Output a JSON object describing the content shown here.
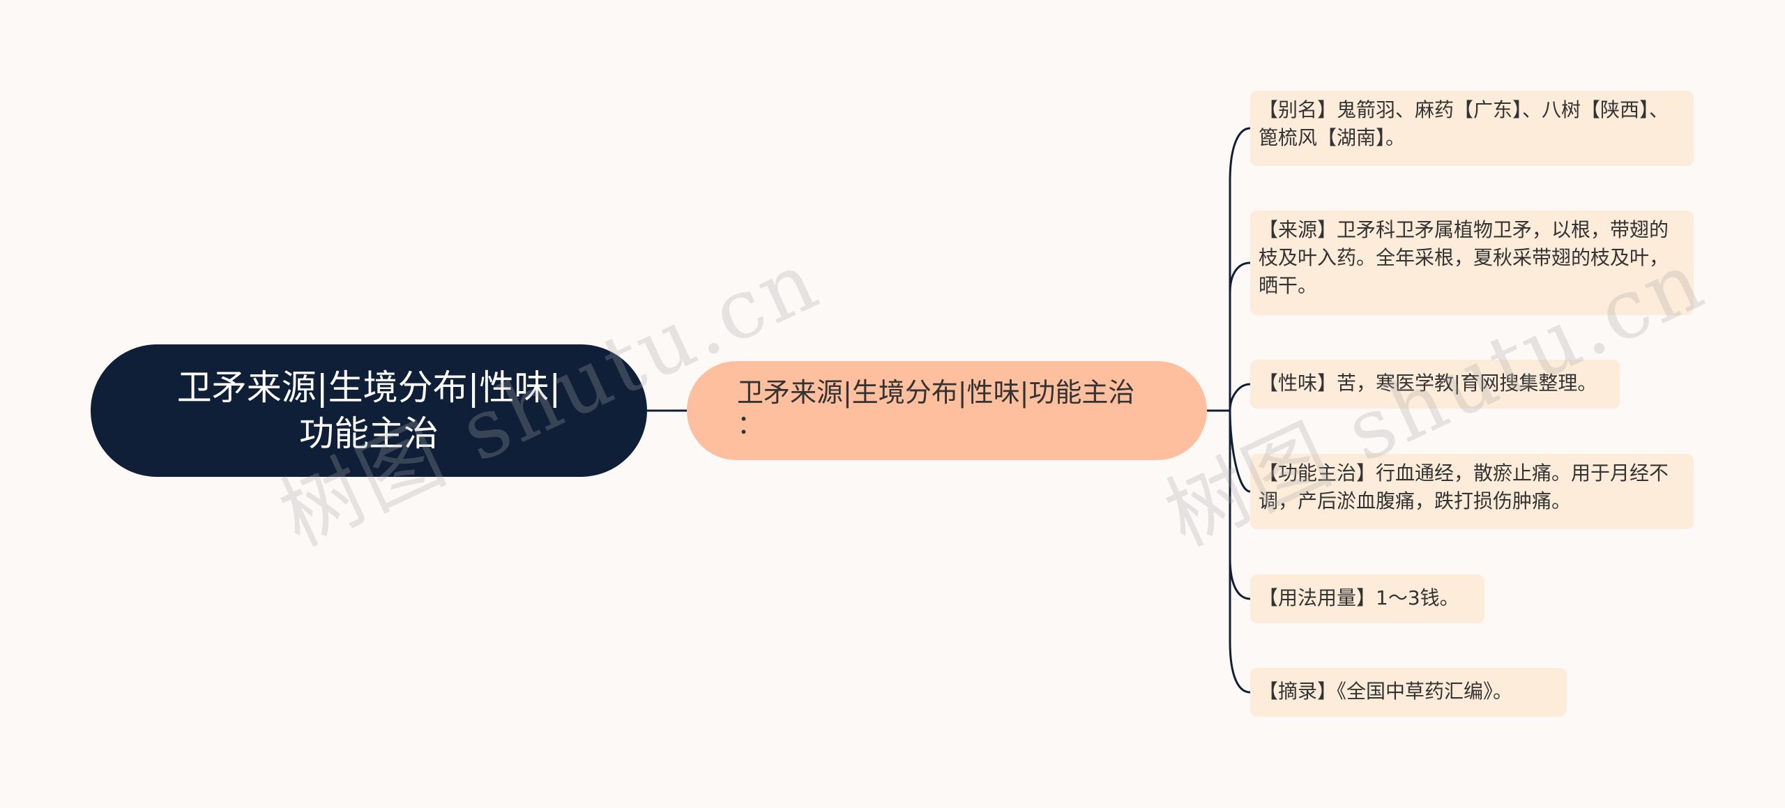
{
  "root": {
    "label": "卫矛来源|生境分布|性味|功能主治"
  },
  "mid": {
    "label": "卫矛来源|生境分布|性味|功能主治：",
    "line1": "卫矛来源|生境分布|性味|功能主治",
    "line2": "："
  },
  "leaves": [
    {
      "text": "【别名】鬼箭羽、麻药【广东】、八树【陕西】、篦梳风【湖南】。"
    },
    {
      "text": "【来源】卫矛科卫矛属植物卫矛，以根，带翅的枝及叶入药。全年采根，夏秋采带翅的枝及叶，晒干。"
    },
    {
      "text": "【性味】苦，寒医学教|育网搜集整理。"
    },
    {
      "text": "【功能主治】行血通经，散瘀止痛。用于月经不调，产后淤血腹痛，跌打损伤肿痛。"
    },
    {
      "text": "【用法用量】1～3钱。"
    },
    {
      "text": "【摘录】《全国中草药汇编》。"
    }
  ],
  "watermark": "树图 shutu.cn",
  "colors": {
    "background": "#fdf9f7",
    "root_fill": "#0f1f38",
    "mid_fill": "#fdbf9d",
    "leaf_fill": "#fdecd9",
    "connector": "#0f1f38"
  }
}
